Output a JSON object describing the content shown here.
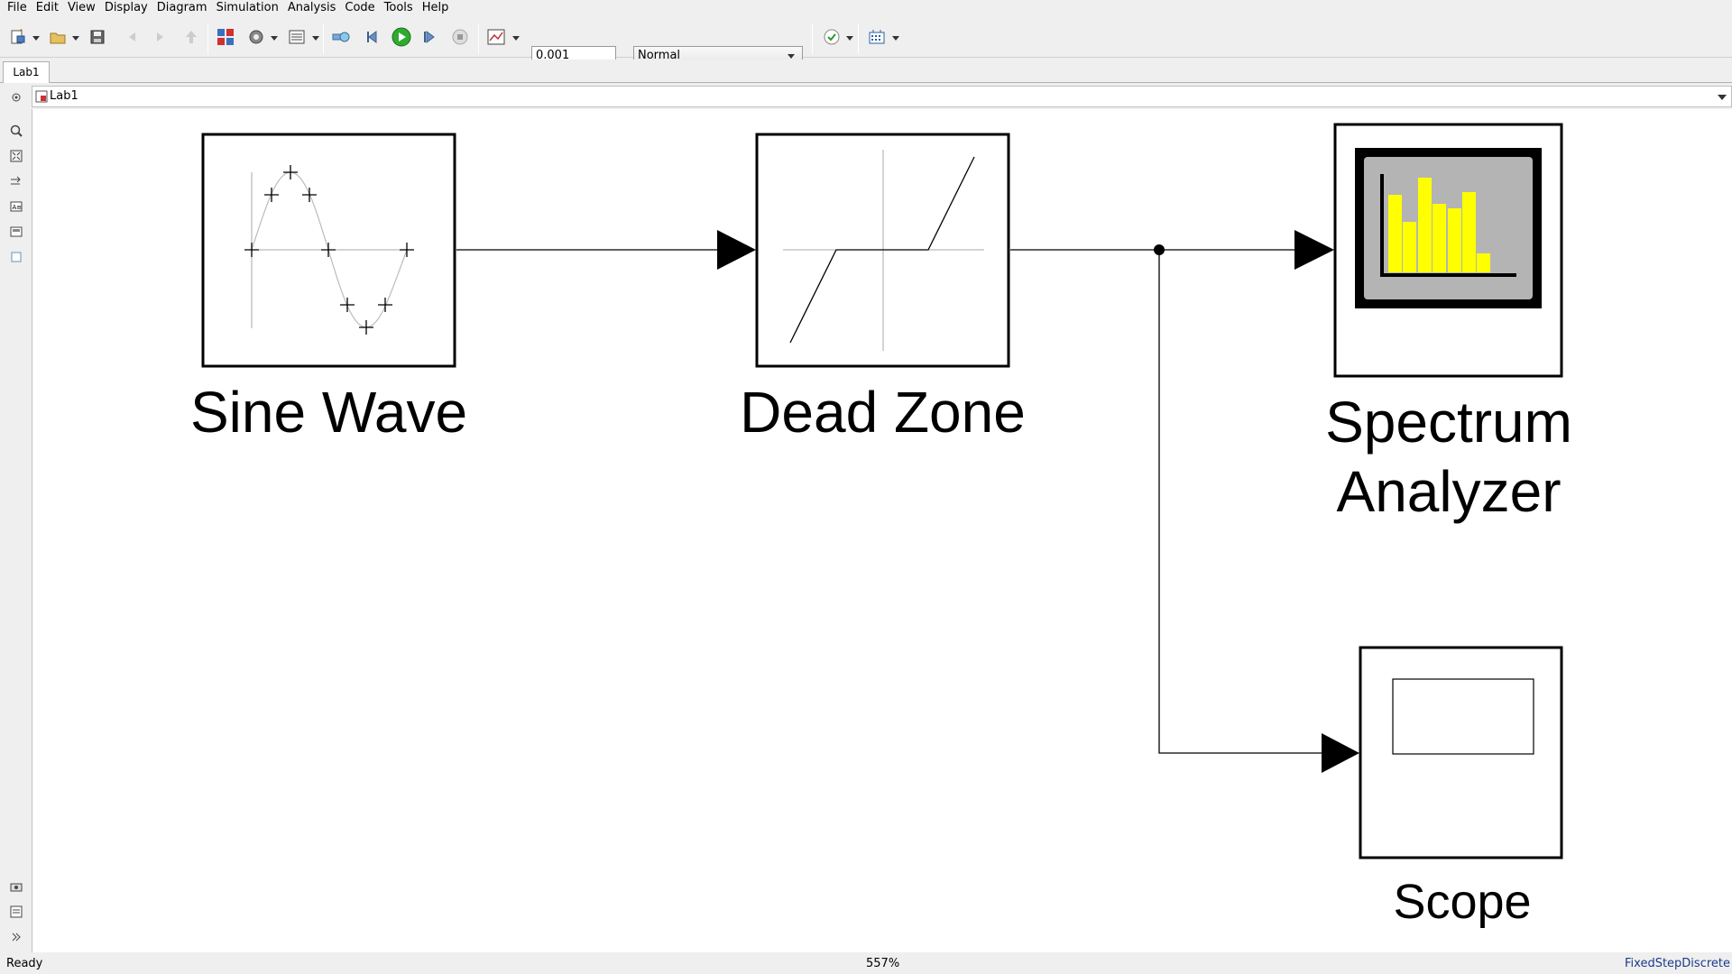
{
  "menu": [
    "File",
    "Edit",
    "View",
    "Display",
    "Diagram",
    "Simulation",
    "Analysis",
    "Code",
    "Tools",
    "Help"
  ],
  "toolbar": {
    "stop_time": "0.001",
    "sim_mode": "Normal"
  },
  "tab": {
    "label": "Lab1"
  },
  "address": {
    "path": "Lab1"
  },
  "blocks": {
    "sine": {
      "label": "Sine Wave"
    },
    "deadzone": {
      "label": "Dead Zone"
    },
    "spectrum": {
      "label_line1": "Spectrum",
      "label_line2": "Analyzer"
    },
    "scope": {
      "label": "Scope"
    }
  },
  "status": {
    "state": "Ready",
    "zoom": "557%",
    "solver": "FixedStepDiscrete"
  },
  "colors": {
    "spectrum_bars": "#ffff00",
    "spectrum_bg": "#b4b4b4",
    "run_button": "#2faa2f"
  },
  "icons": [
    "new-model-icon",
    "open-icon",
    "save-icon",
    "back-icon",
    "forward-icon",
    "up-icon",
    "library-browser-icon",
    "model-config-icon",
    "model-explorer-icon",
    "log-signals-icon",
    "step-back-icon",
    "run-icon",
    "step-forward-icon",
    "stop-icon",
    "data-inspector-icon",
    "check-icon",
    "build-icon"
  ]
}
